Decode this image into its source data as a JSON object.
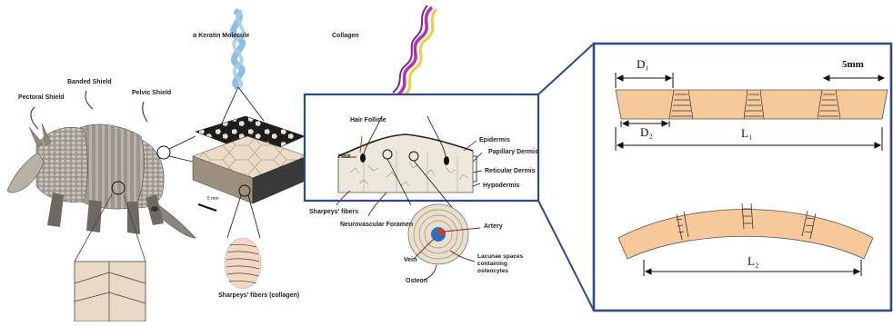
{
  "labels": {
    "keratin": "α Keratin Molecule",
    "collagen": "Collagen",
    "banded_shield": "Banded Shield",
    "pelvic_shield": "Pelvic Shield",
    "pectoral_shield": "Pectoral Shield",
    "scale_bar": "5 mm",
    "sharpeys_collagen": "Sharpeys' fibers (collagen)",
    "hair": "Hair",
    "hair_follicle": "Hair Follicle",
    "epidermis": "Epidermis",
    "papillary_dermis": "Papillary Dermis",
    "reticular_dermis": "Reticular Dermis",
    "hypodermis": "Hypodermis",
    "sharpeys_fibers": "Sharpeys' fibers",
    "neurovascular_foramen": "Neurovascular Foramen",
    "artery": "Artery",
    "vein": "Vein",
    "lacunae_line1": "Lacunae spaces",
    "lacunae_line2": "containing",
    "lacunae_line3": "osteocytes",
    "osteon": "Osteon"
  },
  "dimensions": {
    "d1": "D₁",
    "d2": "D₂",
    "l1": "L₁",
    "l2": "L₂",
    "five_mm": "5mm"
  },
  "colors": {
    "panel_border": "#2c4a8c",
    "osteoderm_fill": "#f6c89a",
    "skin_fill": "#ece9dc",
    "keratin_blue": "#7fb4dc",
    "collagen_magenta": "#c02ab0",
    "collagen_yellow": "#e8d23a",
    "armadillo_gray": "#8e8a85"
  }
}
